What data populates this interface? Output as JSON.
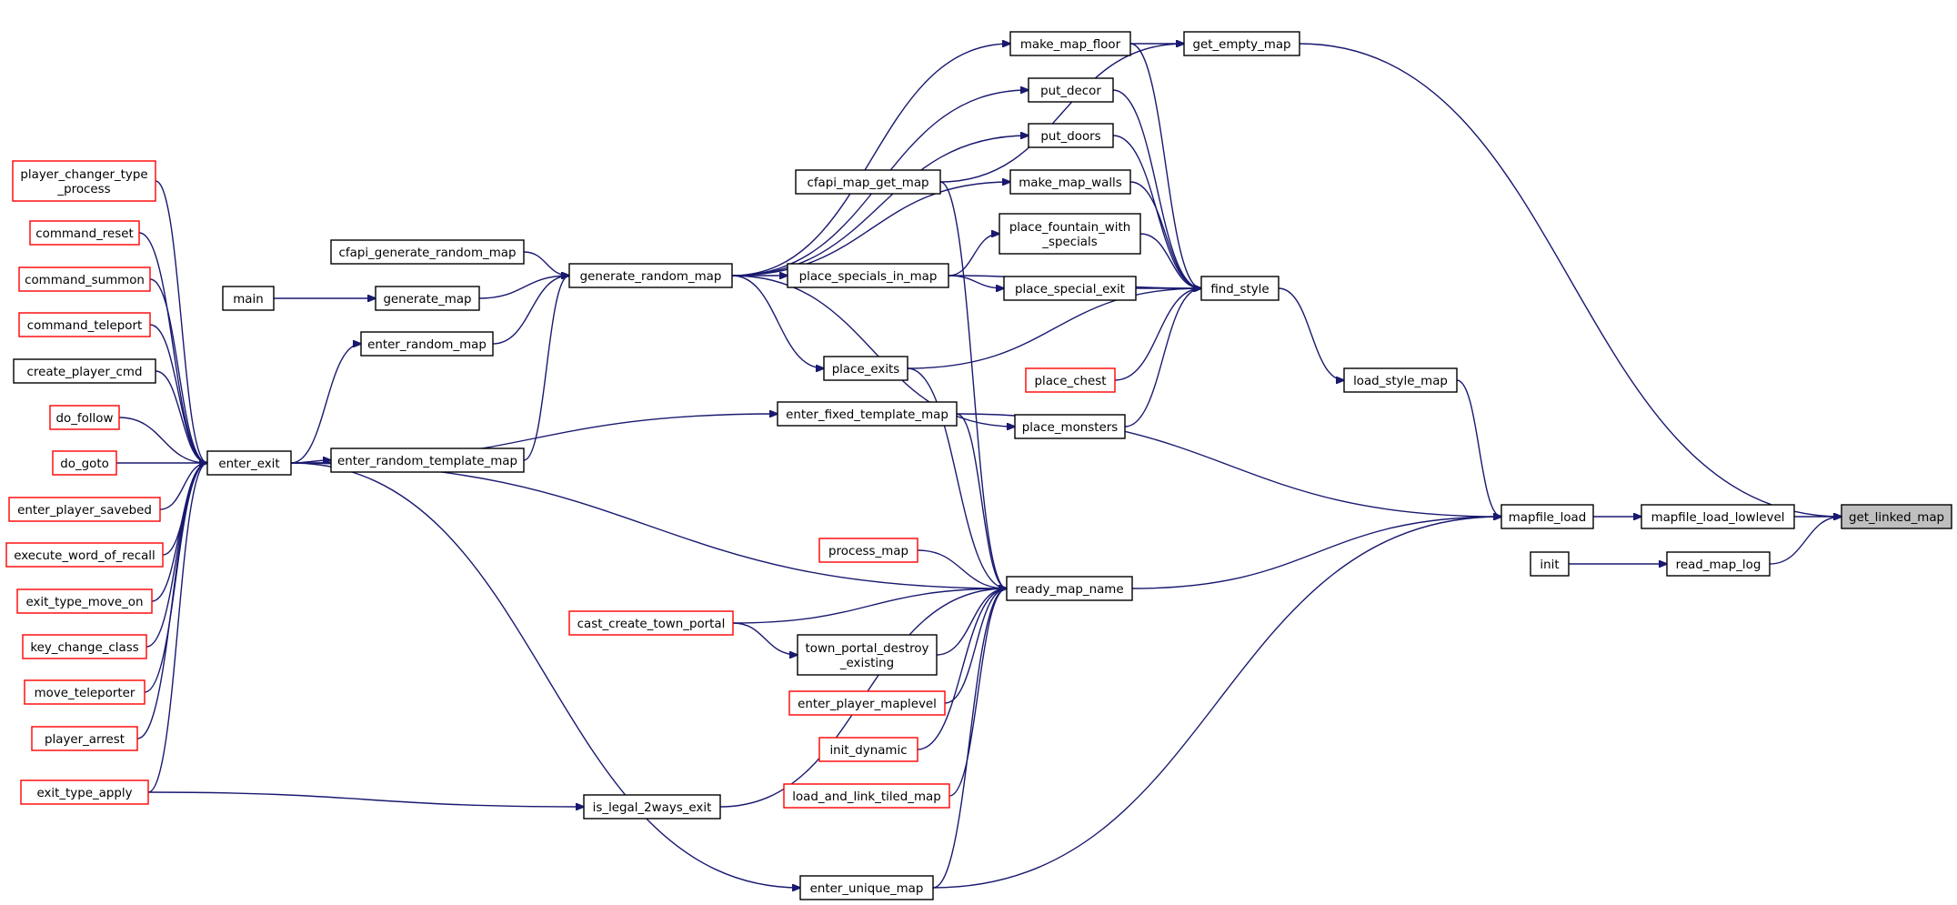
{
  "graph": {
    "root": "get_linked_map",
    "nodes": [
      {
        "id": "get_linked_map",
        "lines": [
          "get_linked_map"
        ],
        "style": "root"
      },
      {
        "id": "mapfile_load_lowlevel",
        "lines": [
          "mapfile_load_lowlevel"
        ],
        "style": "normal"
      },
      {
        "id": "read_map_log",
        "lines": [
          "read_map_log"
        ],
        "style": "normal"
      },
      {
        "id": "init",
        "lines": [
          "init"
        ],
        "style": "normal"
      },
      {
        "id": "mapfile_load",
        "lines": [
          "mapfile_load"
        ],
        "style": "normal"
      },
      {
        "id": "load_style_map",
        "lines": [
          "load_style_map"
        ],
        "style": "normal"
      },
      {
        "id": "find_style",
        "lines": [
          "find_style"
        ],
        "style": "normal"
      },
      {
        "id": "get_empty_map",
        "lines": [
          "get_empty_map"
        ],
        "style": "normal"
      },
      {
        "id": "make_map_floor",
        "lines": [
          "make_map_floor"
        ],
        "style": "normal"
      },
      {
        "id": "put_decor",
        "lines": [
          "put_decor"
        ],
        "style": "normal"
      },
      {
        "id": "put_doors",
        "lines": [
          "put_doors"
        ],
        "style": "normal"
      },
      {
        "id": "cfapi_map_get_map",
        "lines": [
          "cfapi_map_get_map"
        ],
        "style": "normal"
      },
      {
        "id": "make_map_walls",
        "lines": [
          "make_map_walls"
        ],
        "style": "normal"
      },
      {
        "id": "place_fountain_with_specials",
        "lines": [
          "place_fountain_with",
          "_specials"
        ],
        "style": "normal"
      },
      {
        "id": "place_special_exit",
        "lines": [
          "place_special_exit"
        ],
        "style": "normal"
      },
      {
        "id": "place_specials_in_map",
        "lines": [
          "place_specials_in_map"
        ],
        "style": "normal"
      },
      {
        "id": "place_chest",
        "lines": [
          "place_chest"
        ],
        "style": "red"
      },
      {
        "id": "place_monsters",
        "lines": [
          "place_monsters"
        ],
        "style": "normal"
      },
      {
        "id": "place_exits",
        "lines": [
          "place_exits"
        ],
        "style": "normal"
      },
      {
        "id": "generate_random_map",
        "lines": [
          "generate_random_map"
        ],
        "style": "normal"
      },
      {
        "id": "cfapi_generate_random_map",
        "lines": [
          "cfapi_generate_random_map"
        ],
        "style": "normal"
      },
      {
        "id": "generate_map",
        "lines": [
          "generate_map"
        ],
        "style": "normal"
      },
      {
        "id": "main",
        "lines": [
          "main"
        ],
        "style": "normal"
      },
      {
        "id": "enter_random_map",
        "lines": [
          "enter_random_map"
        ],
        "style": "normal"
      },
      {
        "id": "enter_fixed_template_map",
        "lines": [
          "enter_fixed_template_map"
        ],
        "style": "normal"
      },
      {
        "id": "enter_random_template_map",
        "lines": [
          "enter_random_template_map"
        ],
        "style": "normal"
      },
      {
        "id": "enter_exit",
        "lines": [
          "enter_exit"
        ],
        "style": "normal"
      },
      {
        "id": "ready_map_name",
        "lines": [
          "ready_map_name"
        ],
        "style": "normal"
      },
      {
        "id": "process_map",
        "lines": [
          "process_map"
        ],
        "style": "red"
      },
      {
        "id": "cast_create_town_portal",
        "lines": [
          "cast_create_town_portal"
        ],
        "style": "red"
      },
      {
        "id": "town_portal_destroy_existing",
        "lines": [
          "town_portal_destroy",
          "_existing"
        ],
        "style": "normal"
      },
      {
        "id": "enter_player_maplevel",
        "lines": [
          "enter_player_maplevel"
        ],
        "style": "red"
      },
      {
        "id": "init_dynamic",
        "lines": [
          "init_dynamic"
        ],
        "style": "red"
      },
      {
        "id": "load_and_link_tiled_map",
        "lines": [
          "load_and_link_tiled_map"
        ],
        "style": "red"
      },
      {
        "id": "is_legal_2ways_exit",
        "lines": [
          "is_legal_2ways_exit"
        ],
        "style": "normal"
      },
      {
        "id": "enter_unique_map",
        "lines": [
          "enter_unique_map"
        ],
        "style": "normal"
      },
      {
        "id": "player_changer_type_process",
        "lines": [
          "player_changer_type",
          "_process"
        ],
        "style": "red"
      },
      {
        "id": "command_reset",
        "lines": [
          "command_reset"
        ],
        "style": "red"
      },
      {
        "id": "command_summon",
        "lines": [
          "command_summon"
        ],
        "style": "red"
      },
      {
        "id": "command_teleport",
        "lines": [
          "command_teleport"
        ],
        "style": "red"
      },
      {
        "id": "create_player_cmd",
        "lines": [
          "create_player_cmd"
        ],
        "style": "normal"
      },
      {
        "id": "do_follow",
        "lines": [
          "do_follow"
        ],
        "style": "red"
      },
      {
        "id": "do_goto",
        "lines": [
          "do_goto"
        ],
        "style": "red"
      },
      {
        "id": "enter_player_savebed",
        "lines": [
          "enter_player_savebed"
        ],
        "style": "red"
      },
      {
        "id": "execute_word_of_recall",
        "lines": [
          "execute_word_of_recall"
        ],
        "style": "red"
      },
      {
        "id": "exit_type_move_on",
        "lines": [
          "exit_type_move_on"
        ],
        "style": "red"
      },
      {
        "id": "key_change_class",
        "lines": [
          "key_change_class"
        ],
        "style": "red"
      },
      {
        "id": "move_teleporter",
        "lines": [
          "move_teleporter"
        ],
        "style": "red"
      },
      {
        "id": "player_arrest",
        "lines": [
          "player_arrest"
        ],
        "style": "red"
      },
      {
        "id": "exit_type_apply",
        "lines": [
          "exit_type_apply"
        ],
        "style": "red"
      }
    ],
    "edges": [
      [
        "mapfile_load_lowlevel",
        "get_linked_map"
      ],
      [
        "read_map_log",
        "get_linked_map"
      ],
      [
        "get_empty_map",
        "get_linked_map"
      ],
      [
        "init",
        "read_map_log"
      ],
      [
        "mapfile_load",
        "mapfile_load_lowlevel"
      ],
      [
        "load_style_map",
        "mapfile_load"
      ],
      [
        "ready_map_name",
        "mapfile_load"
      ],
      [
        "enter_unique_map",
        "mapfile_load"
      ],
      [
        "enter_fixed_template_map",
        "mapfile_load"
      ],
      [
        "find_style",
        "load_style_map"
      ],
      [
        "make_map_floor",
        "get_empty_map"
      ],
      [
        "cfapi_map_get_map",
        "get_empty_map"
      ],
      [
        "make_map_floor",
        "find_style"
      ],
      [
        "put_decor",
        "find_style"
      ],
      [
        "put_doors",
        "find_style"
      ],
      [
        "make_map_walls",
        "find_style"
      ],
      [
        "place_fountain_with_specials",
        "find_style"
      ],
      [
        "place_special_exit",
        "find_style"
      ],
      [
        "place_specials_in_map",
        "find_style"
      ],
      [
        "place_chest",
        "find_style"
      ],
      [
        "place_monsters",
        "find_style"
      ],
      [
        "place_exits",
        "find_style"
      ],
      [
        "generate_random_map",
        "make_map_floor"
      ],
      [
        "generate_random_map",
        "put_decor"
      ],
      [
        "generate_random_map",
        "put_doors"
      ],
      [
        "generate_random_map",
        "make_map_walls"
      ],
      [
        "generate_random_map",
        "place_specials_in_map"
      ],
      [
        "generate_random_map",
        "place_exits"
      ],
      [
        "generate_random_map",
        "place_monsters"
      ],
      [
        "place_specials_in_map",
        "place_fountain_with_specials"
      ],
      [
        "place_specials_in_map",
        "place_special_exit"
      ],
      [
        "cfapi_generate_random_map",
        "generate_random_map"
      ],
      [
        "generate_map",
        "generate_random_map"
      ],
      [
        "enter_random_map",
        "generate_random_map"
      ],
      [
        "enter_random_template_map",
        "generate_random_map"
      ],
      [
        "main",
        "generate_map"
      ],
      [
        "enter_exit",
        "enter_random_map"
      ],
      [
        "enter_exit",
        "enter_fixed_template_map"
      ],
      [
        "enter_exit",
        "enter_random_template_map"
      ],
      [
        "enter_exit",
        "ready_map_name"
      ],
      [
        "cfapi_map_get_map",
        "ready_map_name"
      ],
      [
        "enter_fixed_template_map",
        "ready_map_name"
      ],
      [
        "place_exits",
        "ready_map_name"
      ],
      [
        "process_map",
        "ready_map_name"
      ],
      [
        "cast_create_town_portal",
        "ready_map_name"
      ],
      [
        "town_portal_destroy_existing",
        "ready_map_name"
      ],
      [
        "enter_player_maplevel",
        "ready_map_name"
      ],
      [
        "init_dynamic",
        "ready_map_name"
      ],
      [
        "load_and_link_tiled_map",
        "ready_map_name"
      ],
      [
        "is_legal_2ways_exit",
        "ready_map_name"
      ],
      [
        "enter_unique_map",
        "ready_map_name"
      ],
      [
        "cast_create_town_portal",
        "town_portal_destroy_existing"
      ],
      [
        "exit_type_apply",
        "is_legal_2ways_exit"
      ],
      [
        "enter_exit",
        "enter_unique_map"
      ],
      [
        "player_changer_type_process",
        "enter_exit"
      ],
      [
        "command_reset",
        "enter_exit"
      ],
      [
        "command_summon",
        "enter_exit"
      ],
      [
        "command_teleport",
        "enter_exit"
      ],
      [
        "create_player_cmd",
        "enter_exit"
      ],
      [
        "do_follow",
        "enter_exit"
      ],
      [
        "do_goto",
        "enter_exit"
      ],
      [
        "enter_player_savebed",
        "enter_exit"
      ],
      [
        "execute_word_of_recall",
        "enter_exit"
      ],
      [
        "exit_type_move_on",
        "enter_exit"
      ],
      [
        "key_change_class",
        "enter_exit"
      ],
      [
        "move_teleporter",
        "enter_exit"
      ],
      [
        "player_arrest",
        "enter_exit"
      ],
      [
        "exit_type_apply",
        "enter_exit"
      ]
    ]
  },
  "colors": {
    "edge": "#191970",
    "border_normal": "#000000",
    "border_truncated": "#ff0000",
    "root_fill": "#bfbfbf",
    "background": "#ffffff"
  }
}
